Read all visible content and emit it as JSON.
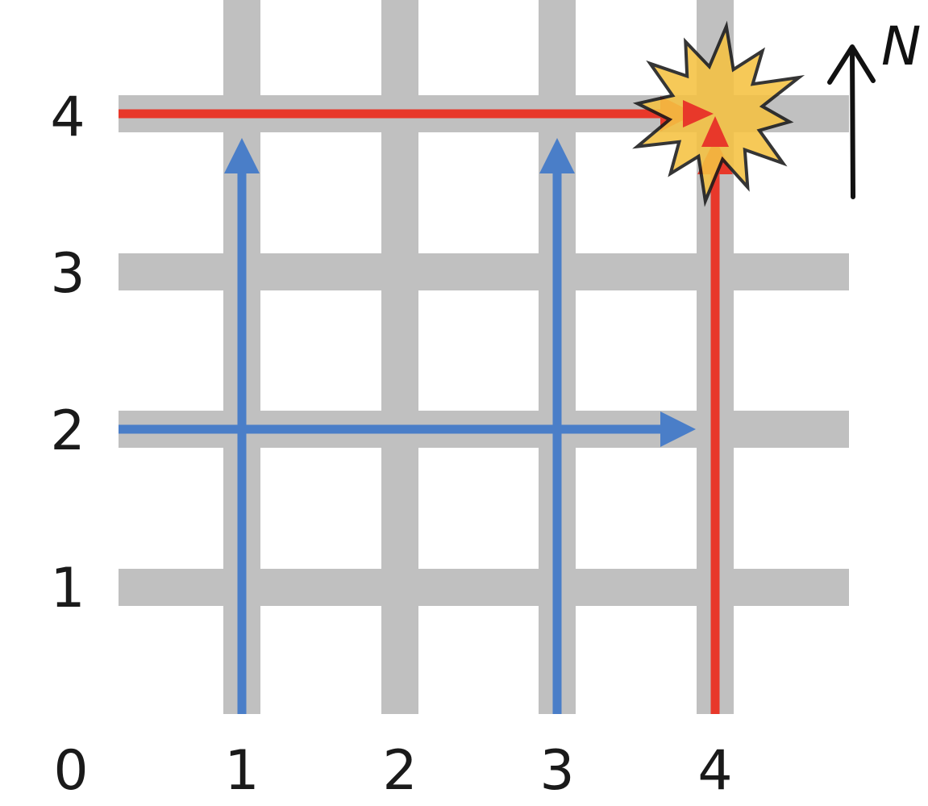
{
  "grid": {
    "x_labels": [
      "0",
      "1",
      "2",
      "3",
      "4"
    ],
    "y_labels": [
      "1",
      "2",
      "3",
      "4"
    ],
    "road_color": "#c0c0c0"
  },
  "compass": {
    "label": "N",
    "icon": "north-arrow-icon"
  },
  "routes": {
    "blue_color": "#4a7ec8",
    "red_color": "#e8382a"
  },
  "collision": {
    "icon": "explosion-icon",
    "fill": "#f5c242",
    "stroke": "#1a1a1a"
  }
}
